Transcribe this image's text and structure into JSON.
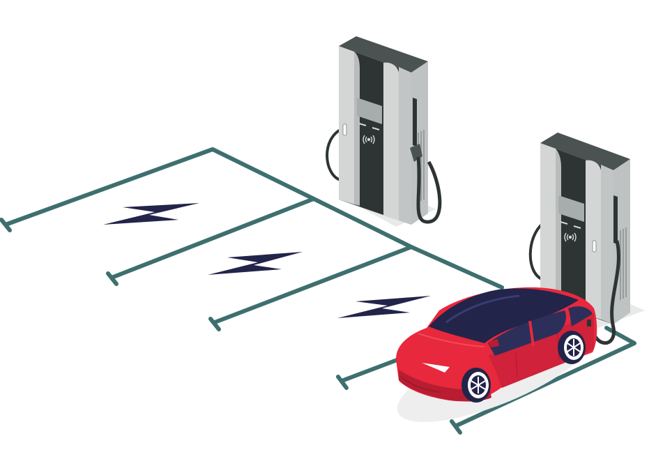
{
  "scene": {
    "subject": "ev-charging-parking",
    "colors": {
      "lines": "#3e6f6f",
      "bolt": "#23244a",
      "car_body": "#e8283d",
      "car_shadow": "#b81d31",
      "glass": "#22244a",
      "station_dark": "#2e3434",
      "station_light": "#d4d6d6",
      "screen": "#a7adad",
      "cable": "#2e3434"
    },
    "parking_spots": [
      {
        "icon": "lightning-bolt-icon"
      },
      {
        "icon": "lightning-bolt-icon"
      },
      {
        "icon": "lightning-bolt-icon"
      },
      {
        "icon": "lightning-bolt-icon"
      }
    ],
    "charging_stations": [
      {
        "icon": "contactless-icon"
      },
      {
        "icon": "contactless-icon"
      }
    ],
    "vehicle": {
      "type": "electric-car",
      "state": "charging"
    }
  }
}
